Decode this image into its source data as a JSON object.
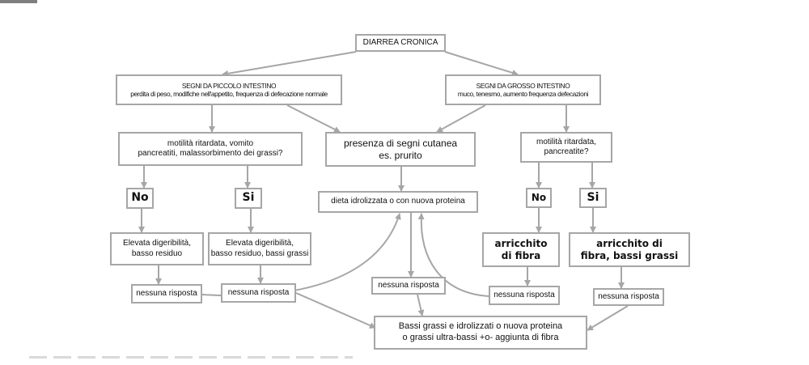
{
  "nodes": {
    "root": "DIARREA CRONICA",
    "small_intestine": {
      "title": "SEGNI DA PICCOLO INTESTINO",
      "detail": "perdita di peso, modifiche nell'appetito, frequenza di defecazione normale"
    },
    "large_intestine": {
      "title": "SEGNI DA GROSSO INTESTINO",
      "detail": "muco, tenesmo, aumento frequenza defecazioni"
    },
    "motility_left": {
      "line1": "motilità ritardata, vomito",
      "line2": "pancreatiti, malassorbimento dei grassi?"
    },
    "skin_signs": {
      "line1": "presenza di segni cutanea",
      "line2": "es. prurito"
    },
    "motility_right": {
      "line1": "motilità ritardata,",
      "line2": "pancreatite?"
    },
    "no_left": "No",
    "si_left": "Si",
    "diet_hydrolyzed": "dieta idrolizzata o con nuova proteina",
    "no_right": "No",
    "si_right": "Si",
    "high_digest_low_residue": {
      "line1": "Elevata digeribilità,",
      "line2": "basso residuo"
    },
    "high_digest_low_fat": {
      "line1": "Elevata digeribilità,",
      "line2": "basso residuo, bassi grassi"
    },
    "fiber_enriched": {
      "line1": "arricchito",
      "line2": "di fibra"
    },
    "fiber_low_fat": {
      "line1": "arricchito di",
      "line2": "fibra, bassi grassi"
    },
    "no_response_1": "nessuna risposta",
    "no_response_2": "nessuna risposta",
    "no_response_3": "nessuna risposta",
    "no_response_4": "nessuna risposta",
    "no_response_5": "nessuna risposta",
    "final": {
      "line1": "Bassi grassi e idrolizzati o nuova proteina",
      "line2": "o grassi ultra-bassi +o- aggiunta di fibra"
    }
  },
  "colors": {
    "line": "#a6a6a6",
    "border": "#a6a6a6",
    "text": "#111111"
  }
}
